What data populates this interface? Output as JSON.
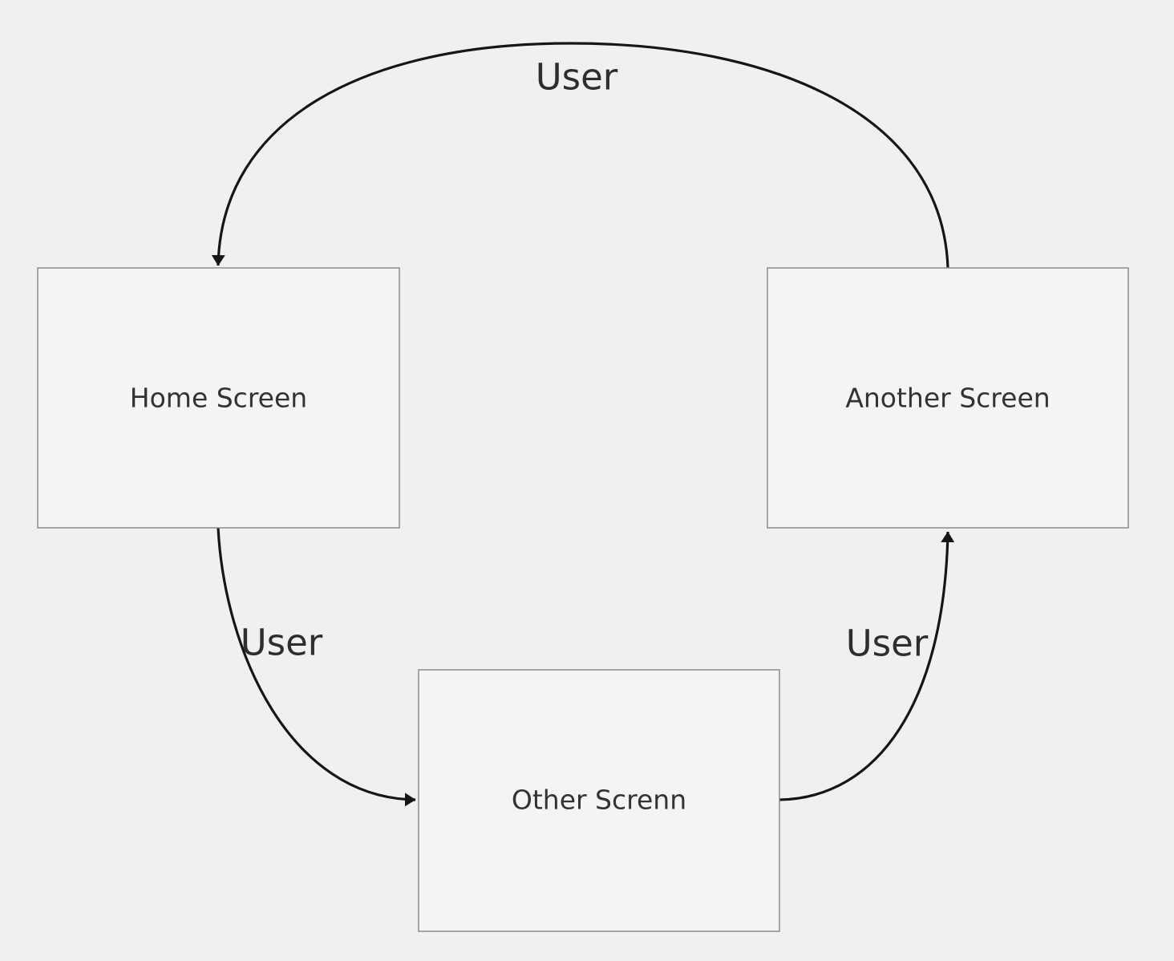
{
  "diagram": {
    "type": "flow-diagram",
    "nodes": [
      {
        "id": "home-screen",
        "label": "Home Screen"
      },
      {
        "id": "another-screen",
        "label": "Another Screen"
      },
      {
        "id": "other-screen",
        "label": "Other Screnn"
      }
    ],
    "edges": [
      {
        "from": "another-screen",
        "to": "home-screen",
        "label": "User"
      },
      {
        "from": "home-screen",
        "to": "other-screen",
        "label": "User"
      },
      {
        "from": "other-screen",
        "to": "another-screen",
        "label": "User"
      }
    ],
    "colors": {
      "background": "#f0f0f0",
      "node_fill": "#f4f4f4",
      "node_border": "#8c8c8c",
      "text": "#333333",
      "arrow": "#161616"
    }
  }
}
